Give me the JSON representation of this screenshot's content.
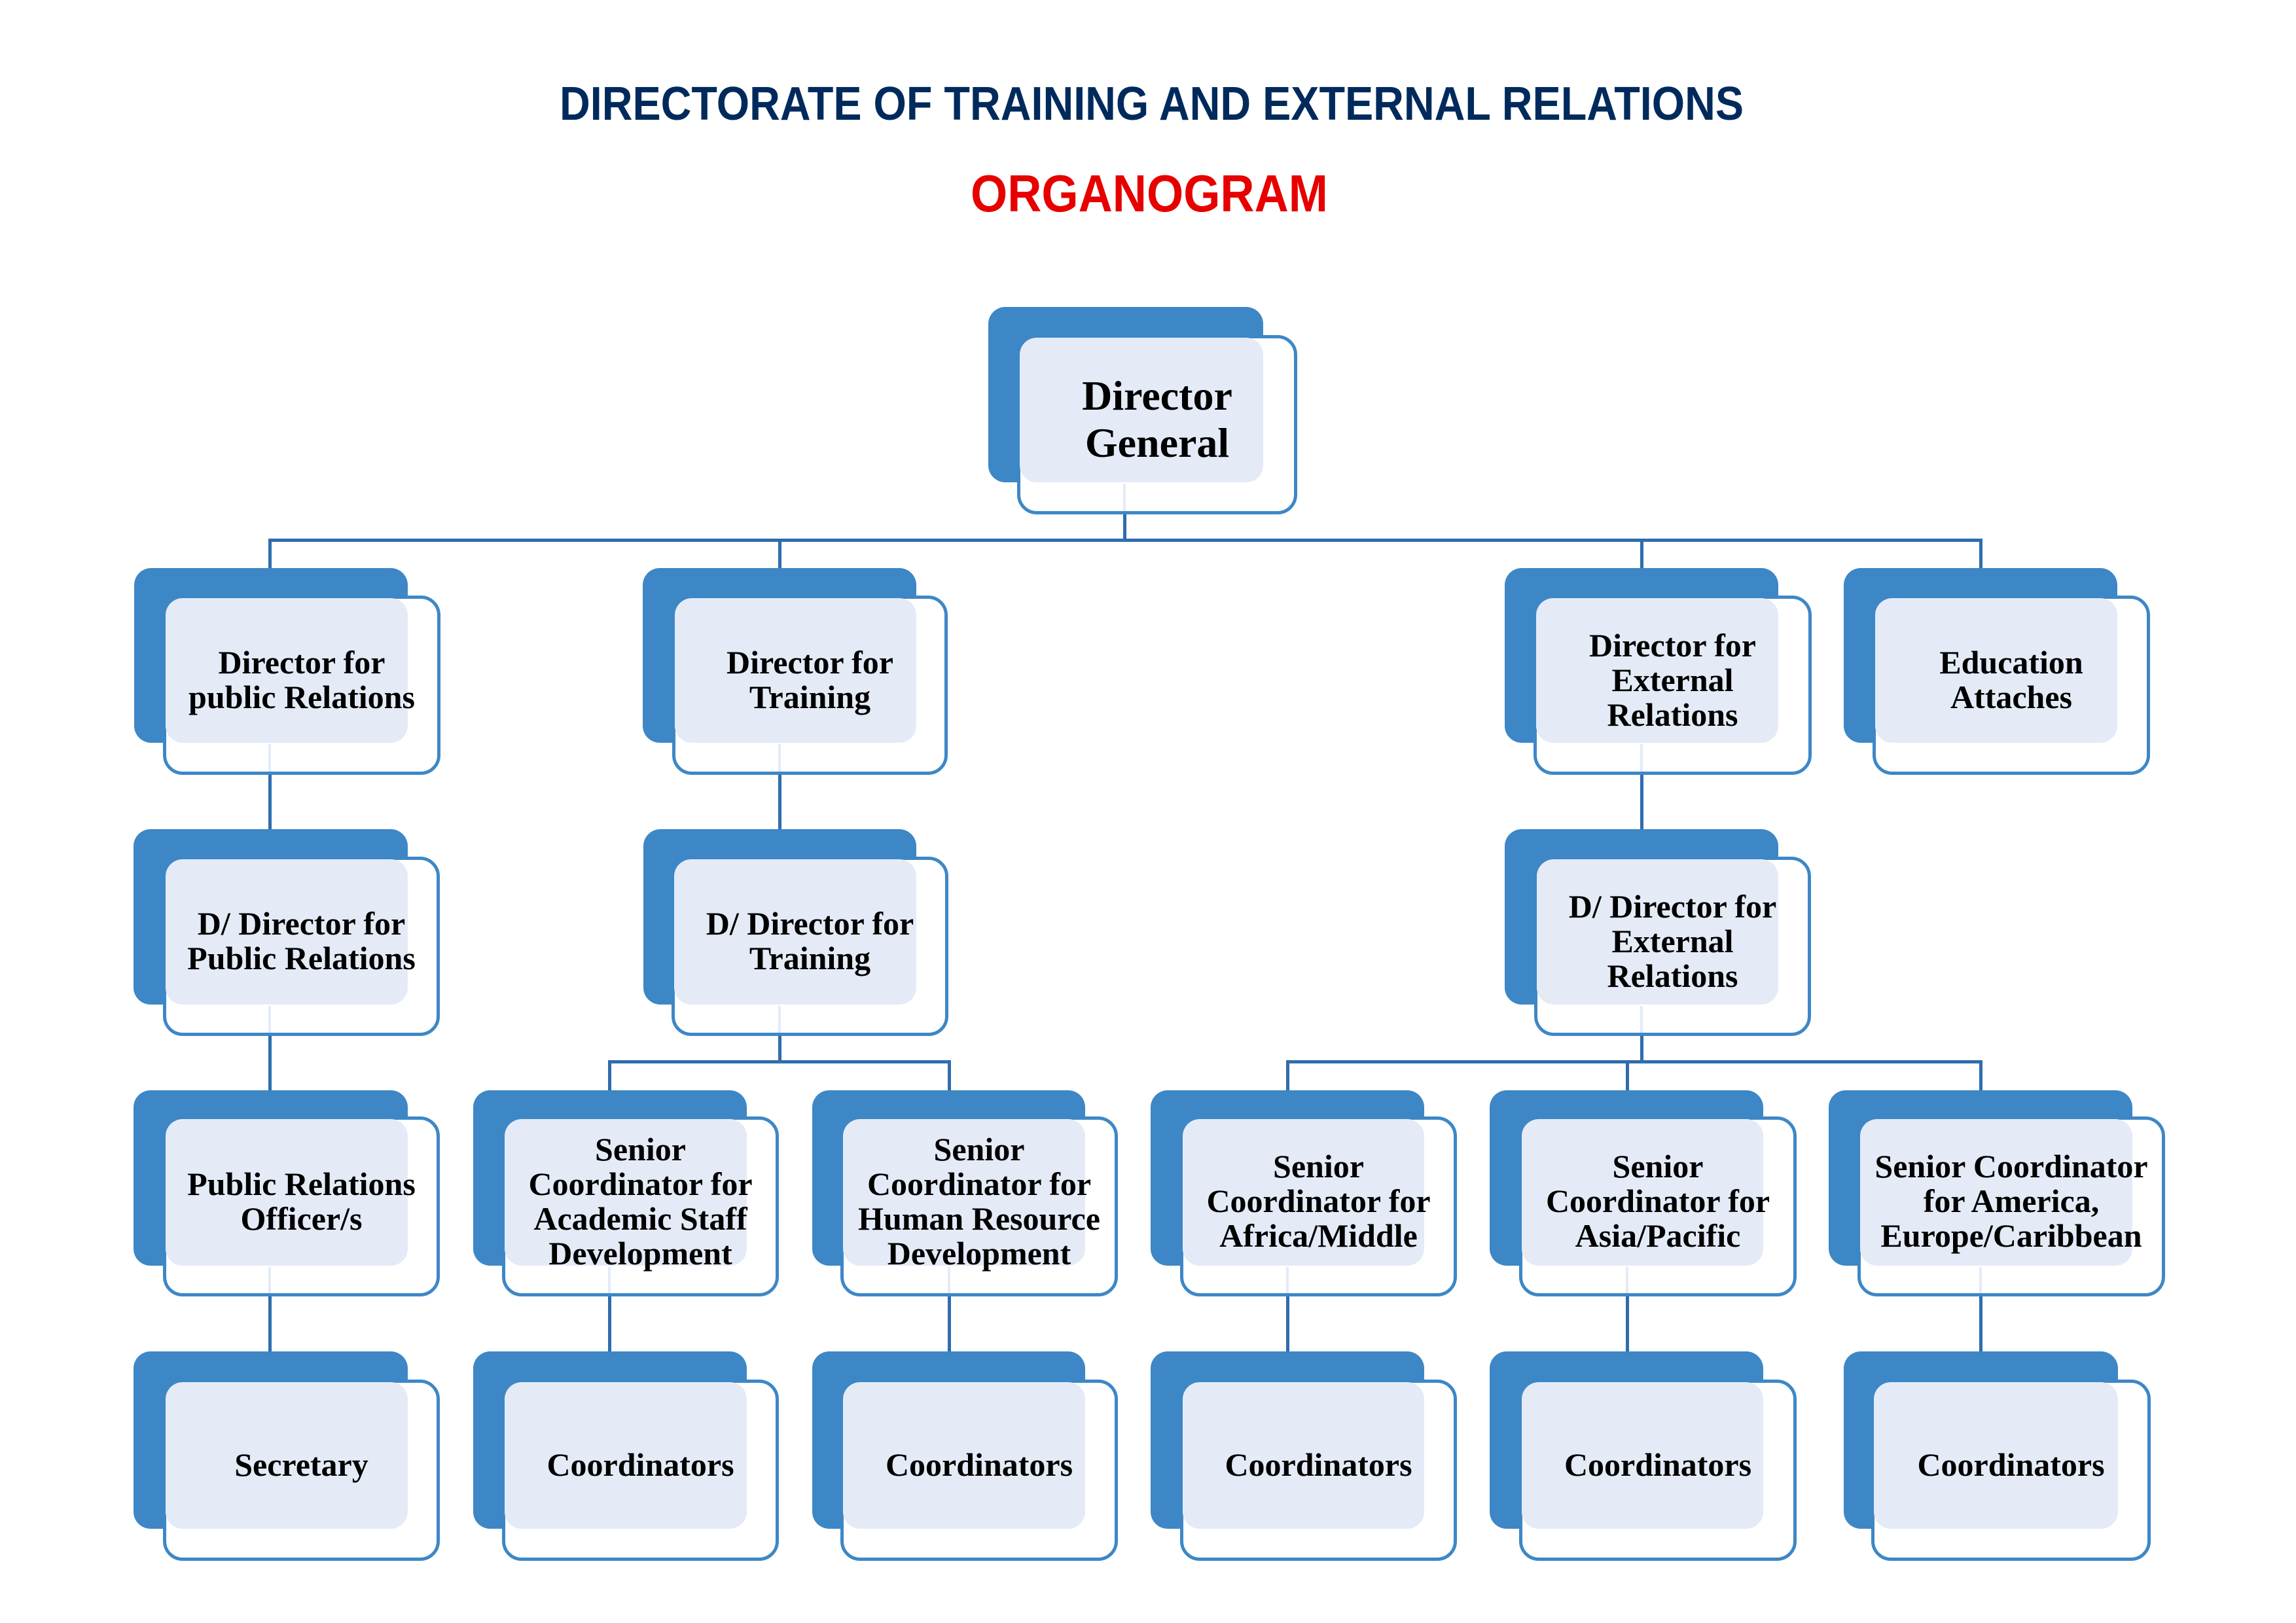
{
  "header": {
    "title": "DIRECTORATE OF TRAINING AND EXTERNAL RELATIONS",
    "subtitle": "ORGANOGRAM"
  },
  "colors": {
    "title": "#002A5C",
    "subtitle": "#E60000",
    "box_dark": "#3D87C6",
    "box_fill": "#E4EBF7",
    "connector": "#2F6DAE"
  },
  "org": {
    "director_general": "Director\nGeneral",
    "public_relations": {
      "director": "Director for\npublic Relations",
      "deputy": "D/ Director for\nPublic Relations",
      "officer": "Public Relations\nOfficer/s",
      "secretary": "Secretary"
    },
    "training": {
      "director": "Director for\nTraining",
      "deputy": "D/ Director for\nTraining",
      "senior_academic": "Senior\nCoordinator for\nAcademic Staff\nDevelopment",
      "senior_hr": "Senior\nCoordinator for\nHuman Resource\nDevelopment",
      "coordinators_academic": "Coordinators",
      "coordinators_hr": "Coordinators"
    },
    "external": {
      "director": "Director for\nExternal\nRelations",
      "deputy": "D/ Director for\nExternal\nRelations",
      "senior_africa": "Senior\nCoordinator for\nAfrica/Middle",
      "senior_asia": "Senior\nCoordinator for\nAsia/Pacific",
      "senior_america": "Senior Coordinator\nfor America,\nEurope/Caribbean",
      "coordinators_africa": "Coordinators",
      "coordinators_asia": "Coordinators",
      "coordinators_america": "Coordinators"
    },
    "education_attaches": "Education\nAttaches"
  }
}
